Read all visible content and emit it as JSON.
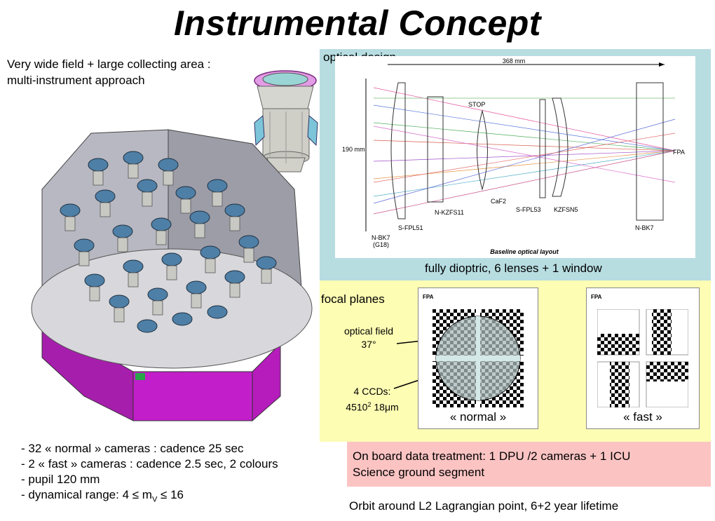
{
  "title": "Instrumental Concept",
  "intro": {
    "line1": "Very wide field + large collecting area :",
    "line2": "multi-instrument approach"
  },
  "optical_design": {
    "label": "optical design",
    "caption": "fully dioptric, 6 lenses + 1 window",
    "drawing": {
      "length_label": "368 mm",
      "height_label": "190 mm",
      "stop_label": "STOP",
      "fpa_label": "FPA",
      "lens_labels": [
        "N-BK7",
        "(G18)",
        "S-FPL51",
        "N-KZFS11",
        "CaF2",
        "S-FPL53",
        "KZFSN5",
        "N-BK7"
      ],
      "layout_title": "Baseline optical layout"
    }
  },
  "focal_planes": {
    "label": "focal planes",
    "field_label": "optical field",
    "field_value": "37°",
    "ccd_label": "4 CCDs:",
    "ccd_value_base": "4510",
    "ccd_value_exp": "2",
    "ccd_value_rest": " 18",
    "ccd_value_mu": "μ",
    "ccd_value_unit": "m",
    "normal_label": "« normal »",
    "fast_label": "« fast »",
    "fpa_tag": "FPA"
  },
  "onboard": {
    "line1": "On board data treatment: 1 DPU /2 cameras + 1 ICU",
    "line2": "Science ground segment"
  },
  "bullets": [
    "- 32 « normal » cameras : cadence 25 sec",
    "- 2 « fast » cameras : cadence 2.5 sec, 2 colours",
    "- pupil 120 mm"
  ],
  "range": {
    "prefix": "- dynamical range: 4 ≤ m",
    "sub": "V",
    "suffix": " ≤ 16"
  },
  "orbit": "Orbit around L2 Lagrangian point, 6+2  year lifetime",
  "colors": {
    "optical_bg": "#b7dde1",
    "focal_bg": "#fdfdb4",
    "board_bg": "#fbc4c3",
    "platform_magenta": "#c21ec9",
    "shield_gray": "#a9a9b3"
  }
}
